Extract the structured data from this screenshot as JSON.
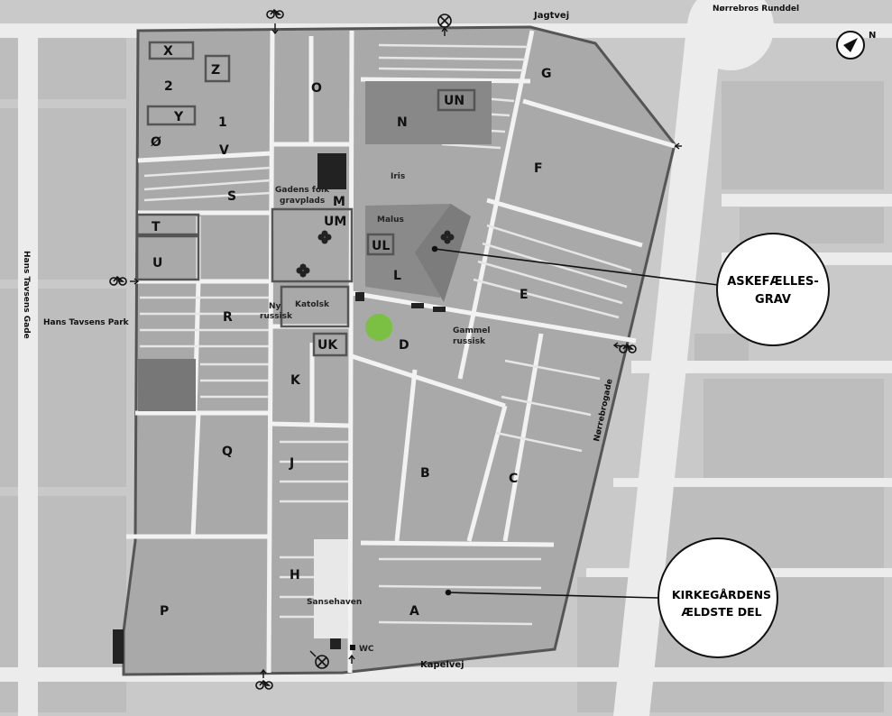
{
  "streets": {
    "north": "Jagtvej",
    "roundabout": "Nørrebros Runddel",
    "east": "Nørrebrogade",
    "south": "Kapelvej",
    "west": "Hans Tavsens Gade",
    "park": "Hans Tavsens Park"
  },
  "compass_label": "N",
  "sections": {
    "X": "X",
    "Z": "Z",
    "two": "2",
    "one": "1",
    "Y": "Y",
    "OE": "Ø",
    "V": "V",
    "O": "O",
    "UN": "UN",
    "N": "N",
    "G": "G",
    "F": "F",
    "S": "S",
    "M": "M",
    "UM": "UM",
    "T": "T",
    "U": "U",
    "UL": "UL",
    "L": "L",
    "R": "R",
    "E": "E",
    "UK": "UK",
    "D": "D",
    "K": "K",
    "Q": "Q",
    "J": "J",
    "B": "B",
    "C": "C",
    "H": "H",
    "P": "P",
    "A": "A"
  },
  "sublabels": {
    "iris": "Iris",
    "gadens_line1": "Gadens folk",
    "gadens_line2": "gravplads",
    "malus": "Malus",
    "ny_line1": "Ny",
    "ny_line2": "russisk",
    "katolsk": "Katolsk",
    "gammel_line1": "Gammel",
    "gammel_line2": "russisk",
    "sansehaven": "Sansehaven",
    "wc": "WC"
  },
  "callouts": {
    "askefaelles_line1": "ASKEFÆLLES-",
    "askefaelles_line2": "GRAV",
    "aeldste_line1": "KIRKEGÅRDENS",
    "aeldste_line2": "ÆLDSTE DEL"
  },
  "colors": {
    "background": "#c9c9c9",
    "block": "#a9a9a9",
    "paths": "#f2f2f2",
    "border": "#555555",
    "highlight": "#7bc043"
  }
}
